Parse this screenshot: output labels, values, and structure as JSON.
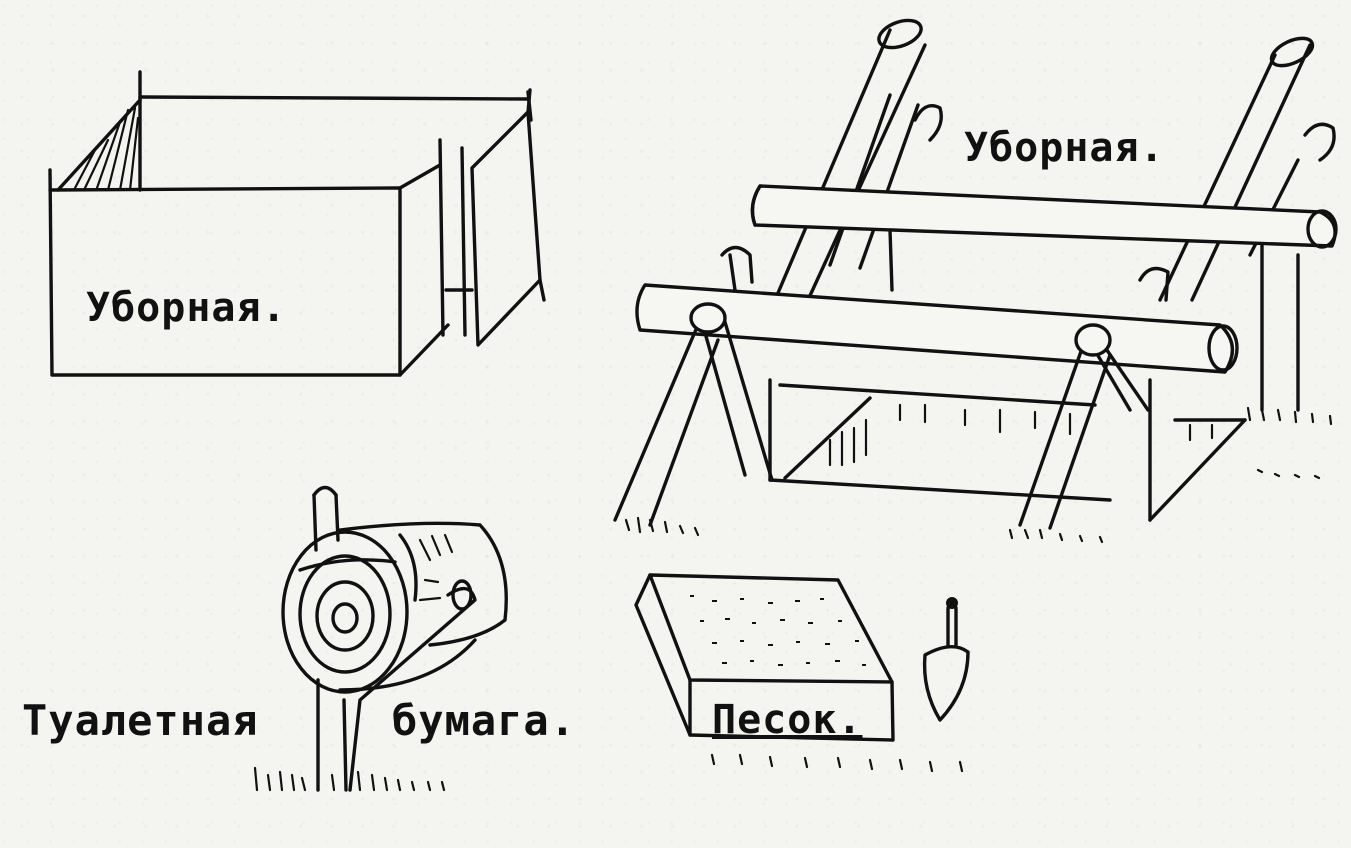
{
  "labels": {
    "box_latrine": "Уборная.",
    "frame_latrine": "Уборная.",
    "toilet_paper_left": "Туалетная",
    "toilet_paper_right": "бумага.",
    "sand": "Песок."
  },
  "ink_color": "#111111",
  "paper_color": "#f4f4f0"
}
